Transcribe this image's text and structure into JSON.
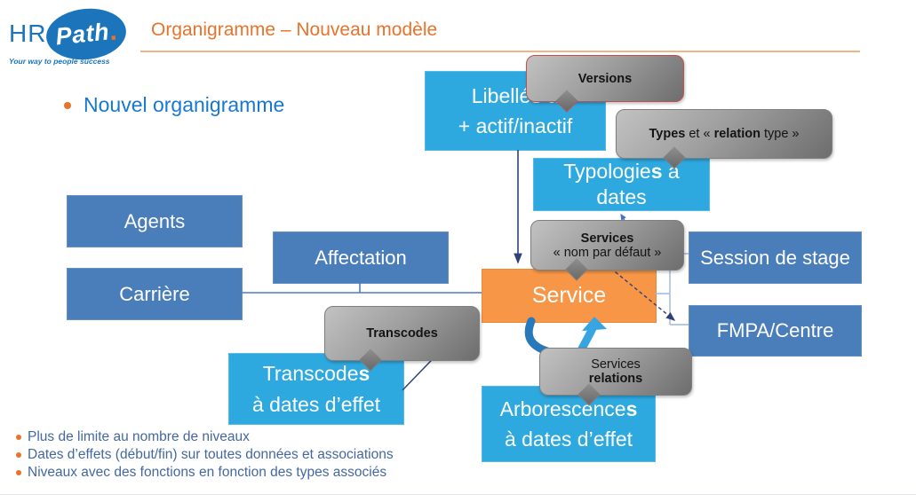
{
  "logo": {
    "hr": "HR",
    "path": "Path",
    "dot": ".",
    "tagline": "Your way to people success"
  },
  "header": {
    "title": "Organigramme – Nouveau modèle"
  },
  "intro_bullet": "Nouvel organigramme",
  "boxes": {
    "agents": {
      "label": "Agents"
    },
    "affectation": {
      "label": "Affectation"
    },
    "carriere": {
      "label": "Carrière"
    },
    "service": {
      "label": "Service"
    },
    "session_de_stage": {
      "label": "Session de stage"
    },
    "fmpa_centre": {
      "label": "FMPA/Centre"
    },
    "libelles": {
      "l1a": "Libellé",
      "l1b": "s",
      "l1c": " à",
      "l2": "+ actif/inactif"
    },
    "typologies": {
      "l1a": "Typologie",
      "l1b": "s",
      "l1c": " a",
      "l2": "dates"
    },
    "transcodes": {
      "l1a": "Transcode",
      "l1b": "s",
      "l1c": "",
      "l2": "à dates d’effet"
    },
    "arborescences": {
      "l1a": "Arborescence",
      "l1b": "s",
      "l1c": "",
      "l2": "à dates d’effet"
    }
  },
  "callouts": {
    "versions": {
      "label": "Versions"
    },
    "types": {
      "b1": "Types",
      "m": " et « ",
      "b2": "relation",
      "p": " type »"
    },
    "services_defaut": {
      "l1": "Services",
      "l2": "« nom par défaut »"
    },
    "transcodes": {
      "label": "Transcodes"
    },
    "services_relations": {
      "l1": "Services",
      "l2": "relations"
    }
  },
  "footer_bullets": [
    "Plus de limite au nombre de niveaux",
    "Dates d’effets (début/fin) sur toutes données et associations",
    "Niveaux avec des fonctions en fonction des types associés"
  ],
  "colors": {
    "accent_orange": "#E8732A",
    "box_blue": "#4A7EBB",
    "box_light_blue": "#2EA9E0",
    "box_orange": "#F79646",
    "callout_red_border": "#C0504D",
    "connector_navy": "#2F4178",
    "brand_blue": "#1C75BB",
    "footer_text": "#44689D"
  }
}
